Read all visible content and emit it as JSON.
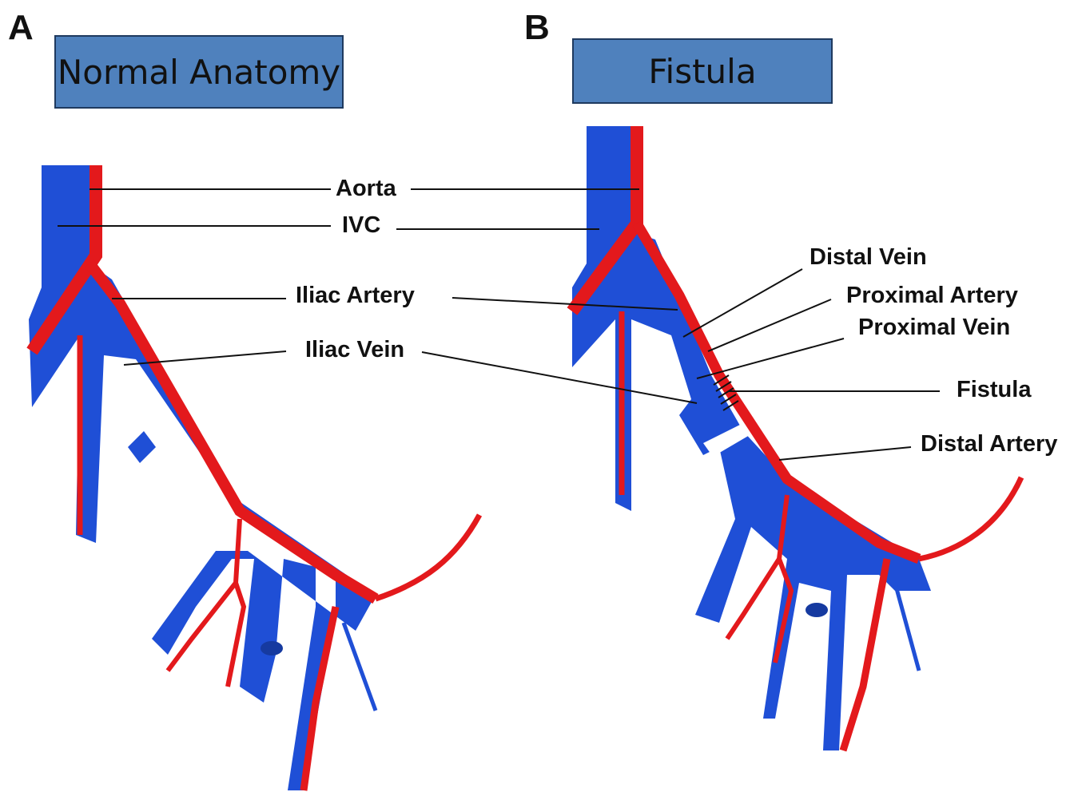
{
  "panels": {
    "a": {
      "letter": "A",
      "title": "Normal Anatomy"
    },
    "b": {
      "letter": "B",
      "title": "Fistula"
    }
  },
  "labels": {
    "aorta": "Aorta",
    "ivc": "IVC",
    "iliac_artery": "Iliac Artery",
    "iliac_vein": "Iliac Vein",
    "distal_vein": "Distal Vein",
    "proximal_artery": "Proximal Artery",
    "proximal_vein": "Proximal Vein",
    "fistula": "Fistula",
    "distal_artery": "Distal Artery"
  },
  "colors": {
    "vein": "#1f4fd6",
    "artery": "#e3191c",
    "title_box": "#4f81bd"
  }
}
